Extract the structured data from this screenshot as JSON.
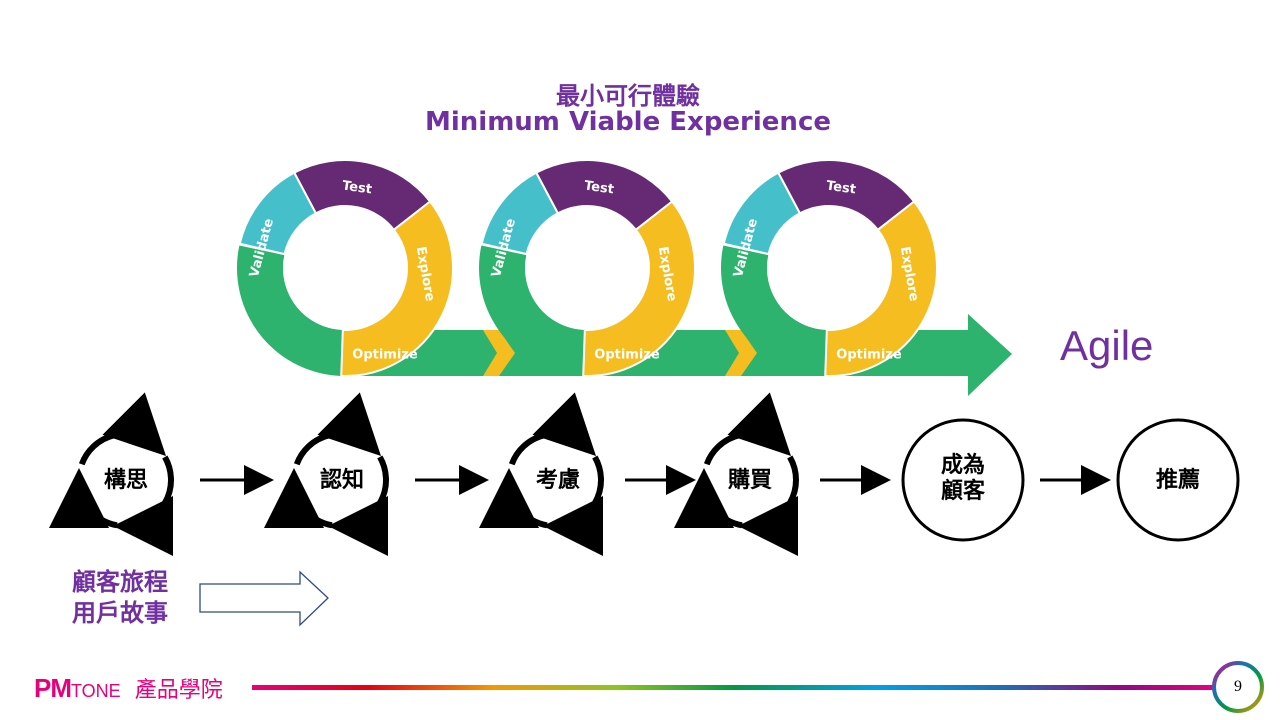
{
  "title": {
    "zh": "最小可行體驗",
    "en": "Minimum Viable Experience"
  },
  "loop": {
    "segments": [
      {
        "label": "Test",
        "color": "#662a74"
      },
      {
        "label": "Explore",
        "color": "#f5bd1f"
      },
      {
        "label": "Optimize",
        "color": "#2db36e"
      },
      {
        "label": "Validate",
        "color": "#45c0cb"
      }
    ],
    "repeat_count": 3
  },
  "agile_label": "Agile",
  "stages": [
    {
      "label": "構思",
      "icon": "cycle-arrows-icon"
    },
    {
      "label": "認知",
      "icon": "cycle-arrows-icon"
    },
    {
      "label": "考慮",
      "icon": "cycle-arrows-icon"
    },
    {
      "label": "購買",
      "icon": "cycle-arrows-icon"
    },
    {
      "label": "成為\n顧客",
      "line1": "成為",
      "line2": "顧客",
      "icon": "circle"
    },
    {
      "label": "推薦",
      "icon": "circle"
    }
  ],
  "journey": {
    "line1": "顧客旅程",
    "line2": "用戶故事"
  },
  "footer": {
    "brand_pm": "PM",
    "brand_tone": "TONE",
    "brand_cn": "產品學院",
    "page": "9",
    "accent": "#e6007e"
  }
}
